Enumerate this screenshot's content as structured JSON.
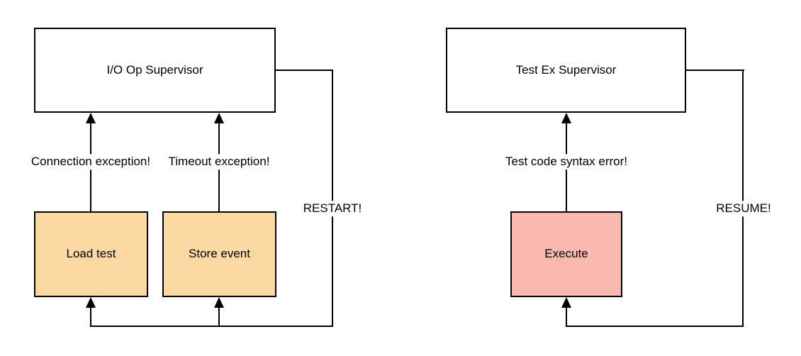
{
  "left": {
    "supervisor_label": "I/O Op Supervisor",
    "children": [
      {
        "label": "Load test",
        "exception_label": "Connection exception!"
      },
      {
        "label": "Store event",
        "exception_label": "Timeout exception!"
      }
    ],
    "loop_label": "RESTART!"
  },
  "right": {
    "supervisor_label": "Test Ex Supervisor",
    "children": [
      {
        "label": "Execute",
        "exception_label": "Test code syntax error!"
      }
    ],
    "loop_label": "RESUME!"
  },
  "colors": {
    "supervisor_fill": "#ffffff",
    "worker_fill_left": "#fcd8a3",
    "worker_fill_right": "#fab8af",
    "stroke": "#000000",
    "background": "#ffffff"
  }
}
